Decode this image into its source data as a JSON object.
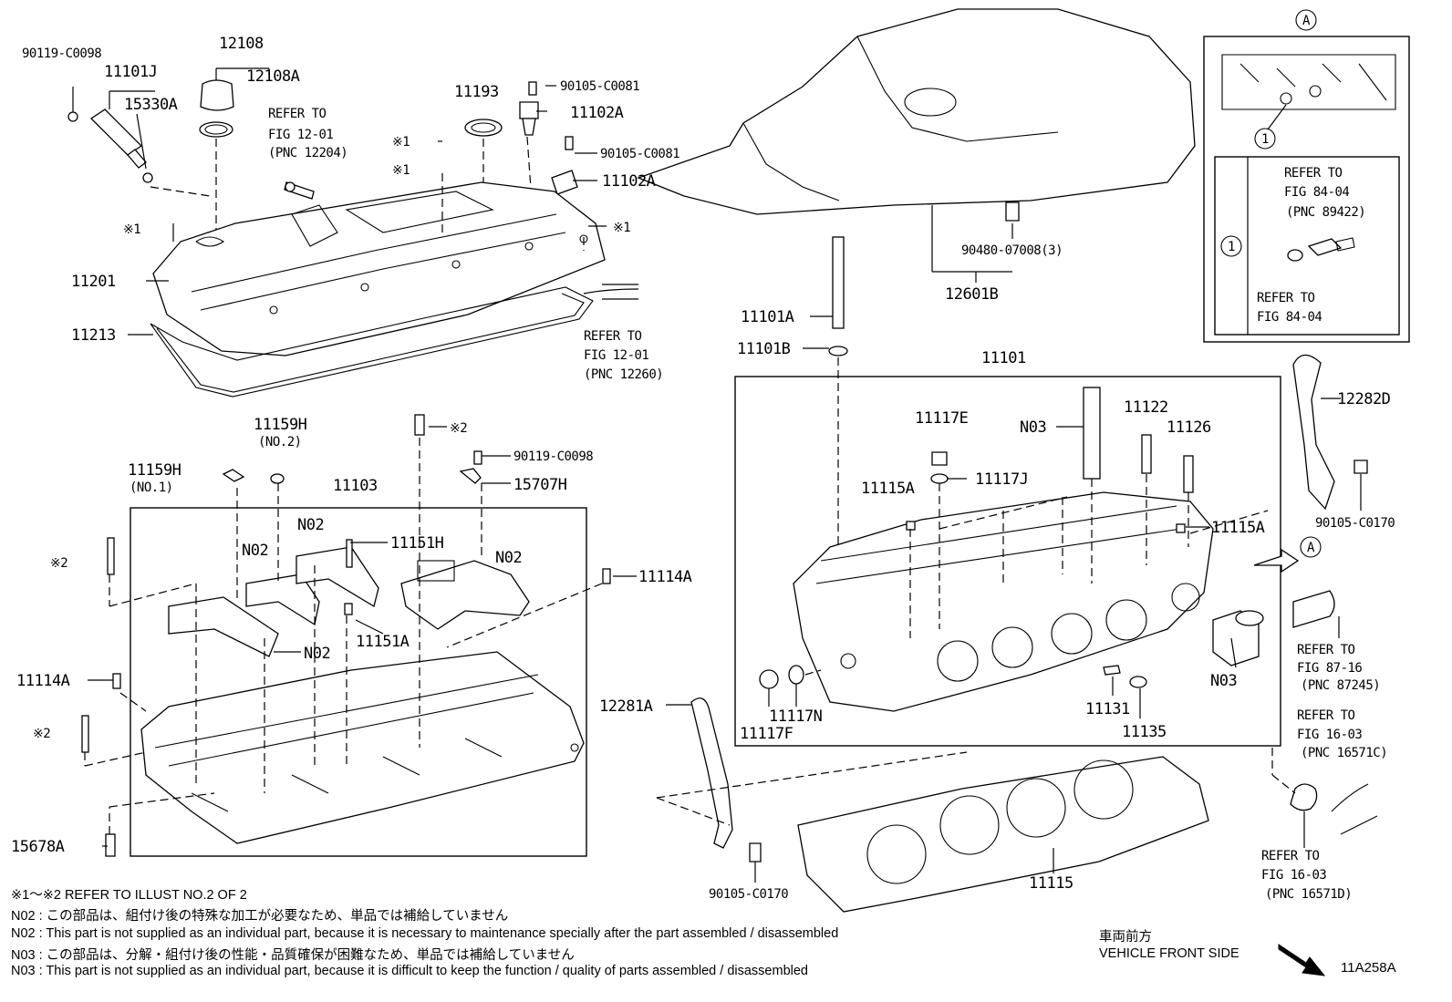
{
  "callouts": {
    "c90119_a": "90119-C0098",
    "c11101j": "11101J",
    "c15330a": "15330A",
    "c12108": "12108",
    "c12108a": "12108A",
    "ref_1201_l1": "REFER TO",
    "ref_1201_l2": "FIG 12-01",
    "ref_1201_l3": "(PNC 12204)",
    "c11193": "11193",
    "c90105_a": "90105-C0081",
    "c11102a_a": "11102A",
    "c90105_b": "90105-C0081",
    "c11102a_b": "11102A",
    "mark1_a": "※1",
    "mark1_b": "※1",
    "mark1_c": "※1",
    "mark1_d": "※1",
    "c11201": "11201",
    "c11213": "11213",
    "ref_12260_l1": "REFER TO",
    "ref_12260_l2": "FIG 12-01",
    "ref_12260_l3": "(PNC 12260)",
    "c11159h_2": "11159H",
    "c11159h_2_sub": "(NO.2)",
    "c11159h_1": "11159H",
    "c11159h_1_sub": "(NO.1)",
    "c11103": "11103",
    "mark2_a": "※2",
    "c90119_b": "90119-C0098",
    "c15707h": "15707H",
    "mark2_b": "※2",
    "n02_a": "N02",
    "n02_b": "N02",
    "c11151h": "11151H",
    "n02_c": "N02",
    "c11114a_a": "11114A",
    "c11151a": "11151A",
    "n02_d": "N02",
    "c11114a_b": "11114A",
    "mark2_c": "※2",
    "c15678a": "15678A",
    "c90480": "90480-07008(3)",
    "c12601b": "12601B",
    "c11101a": "11101A",
    "c11101b": "11101B",
    "c11101": "11101",
    "c11117e": "11117E",
    "n03_a": "N03",
    "c11122": "11122",
    "c11126": "11126",
    "c11117j": "11117J",
    "c11115a_a": "11115A",
    "c11115a_b": "11115A",
    "c11117n": "11117N",
    "c11117f": "11117F",
    "c11131": "11131",
    "c11135": "11135",
    "n03_b": "N03",
    "c12281a": "12281A",
    "c90105_c": "90105-C0170",
    "c11115": "11115",
    "c12282d": "12282D",
    "c90105_d": "90105-C0170",
    "ref_87_l1": "REFER TO",
    "ref_87_l2": "FIG 87-16",
    "ref_87_l3": "(PNC 87245)",
    "ref_16c_l1": "REFER TO",
    "ref_16c_l2": "FIG 16-03",
    "ref_16c_l3": "(PNC 16571C)",
    "ref_16d_l1": "REFER TO",
    "ref_16d_l2": "FIG 16-03",
    "ref_16d_l3": "(PNC 16571D)",
    "circle_a_top": "A",
    "circle_a_side": "A",
    "circle_1_inset": "1",
    "circle_1_table": "1",
    "ref_84a_l1": "REFER TO",
    "ref_84a_l2": "FIG 84-04",
    "ref_84a_l3": "(PNC 89422)",
    "ref_84b_l1": "REFER TO",
    "ref_84b_l2": "FIG 84-04"
  },
  "notes": {
    "refer_illust": "※1～※2  REFER TO ILLUST NO.2 OF 2",
    "n02_jp": "N02 : この部品は、組付け後の特殊な加工が必要なため、単品では補給していません",
    "n02_en": "N02 : This part is not supplied as an individual part, because it is necessary to maintenance specially after the part assembled / disassembled",
    "n03_jp": "N03 : この部品は、分解・組付け後の性能・品質確保が困難なため、単品では補給していません",
    "n03_en": "N03 : This part is not supplied as an individual part, because it is difficult to keep the function / quality of parts  assembled / disassembled",
    "front_jp": "車両前方",
    "front_en": "VEHICLE FRONT SIDE",
    "figure_id": "11A258A"
  }
}
